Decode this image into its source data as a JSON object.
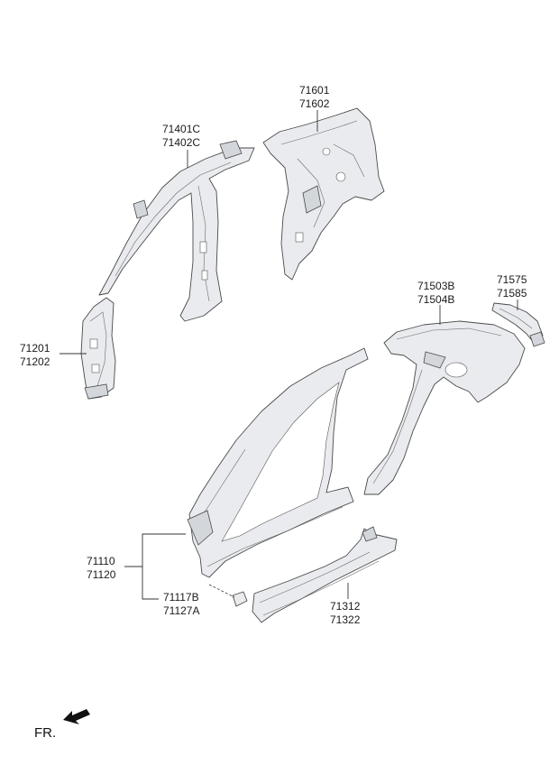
{
  "callouts": [
    {
      "id": "pillar-inner",
      "lines": [
        "71401C",
        "71402C"
      ]
    },
    {
      "id": "rear-inner",
      "lines": [
        "71601",
        "71602"
      ]
    },
    {
      "id": "front-inner",
      "lines": [
        "71201",
        "71202"
      ]
    },
    {
      "id": "quarter-outer",
      "lines": [
        "71503B",
        "71504B"
      ]
    },
    {
      "id": "extension",
      "lines": [
        "71575",
        "71585"
      ]
    },
    {
      "id": "side-outer",
      "lines": [
        "71110",
        "71120"
      ]
    },
    {
      "id": "bracket",
      "lines": [
        "71117B",
        "71127A"
      ]
    },
    {
      "id": "sill",
      "lines": [
        "71312",
        "71322"
      ]
    }
  ],
  "direction_label": "FR."
}
